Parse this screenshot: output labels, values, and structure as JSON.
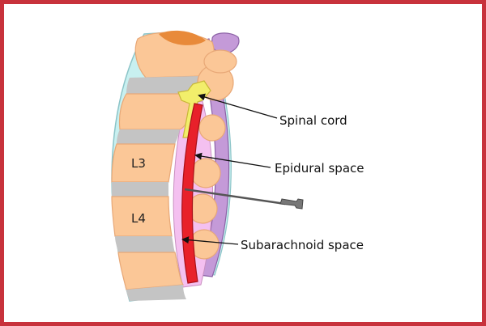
{
  "diagram": {
    "labels": {
      "spinal_cord": "Spinal cord",
      "epidural_space": "Epidural space",
      "subarachnoid_space": "Subarachnoid space"
    },
    "vertebrae": [
      "L3",
      "L4"
    ]
  },
  "colors": {
    "frame": "#c8323c",
    "bone": "#fbc797",
    "bone_edge": "#e8a877",
    "disc": "#c4c4c4",
    "ligament_blue": "#c8f0f0",
    "dura_pink": "#f4c0f0",
    "dura_purple": "#c49ad8",
    "spinal_cord_red": "#e8212a",
    "nerve_yellow": "#f2ee6b",
    "orange_cap": "#e88a3a",
    "needle": "#555555"
  }
}
